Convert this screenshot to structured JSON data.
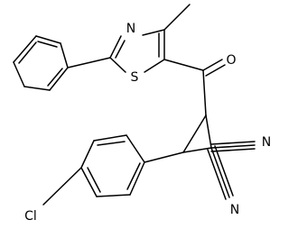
{
  "atoms": {
    "n_thiazole": "N",
    "s_thiazole": "S",
    "o_carbonyl": "O",
    "n_nitrile_1": "N",
    "n_nitrile_2": "N",
    "cl": "Cl"
  }
}
